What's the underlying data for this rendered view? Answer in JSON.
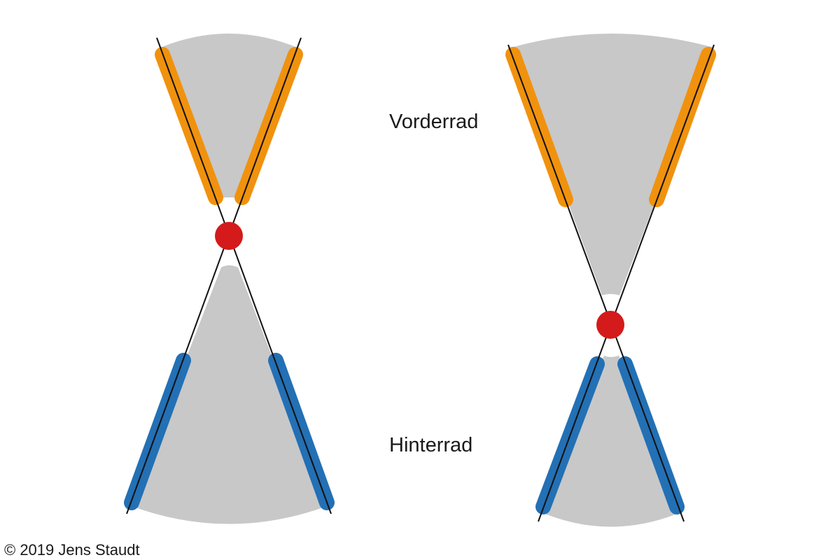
{
  "labels": {
    "front_wheel": "Vorderrad",
    "rear_wheel": "Hinterrad",
    "copyright": "© 2019 Jens Staudt"
  },
  "colors": {
    "front": "#F0920E",
    "rear": "#2370B5",
    "pivot": "#D41A1A",
    "sector": "#C8C8C8",
    "line": "#111111"
  }
}
